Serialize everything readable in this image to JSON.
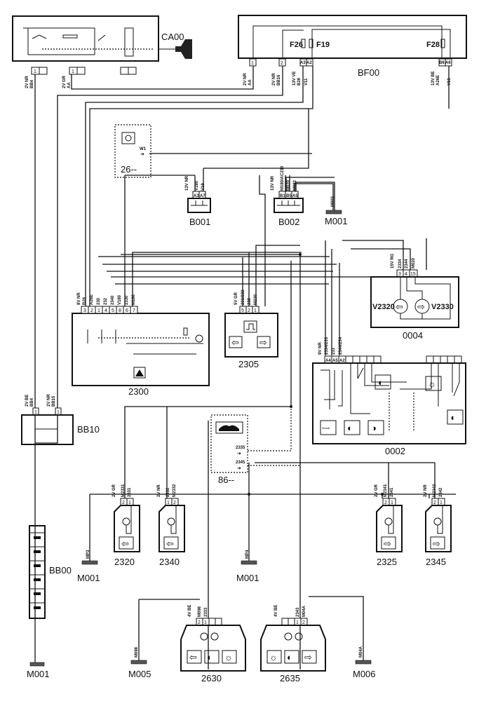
{
  "diagram": {
    "title": "Direction indicators / hazard warning wiring diagram",
    "components": {
      "ignition_switch": {
        "id": "CA00",
        "pins": [
          "1",
          "1"
        ],
        "wire_labels": [
          "2V NR",
          "BB4",
          "2V GR",
          "AA"
        ]
      },
      "fuse_box": {
        "id": "BF00",
        "fuses": [
          "F26",
          "F19",
          "F28"
        ],
        "pins": [
          "1",
          "2",
          "A3",
          "A2",
          "B6",
          "A6"
        ],
        "wire_labels": [
          "2V NR",
          "AA",
          "2V NR",
          "BB16",
          "13V VE",
          "B26",
          "V11",
          "13V BE",
          "A26E",
          "V19"
        ]
      },
      "switch_26": {
        "id": "26--",
        "wire": "W1"
      },
      "b001": {
        "id": "B001",
        "pins": [
          "A3",
          "A7"
        ],
        "wire_labels": [
          "13V NR",
          "V180",
          "V19"
        ]
      },
      "b002": {
        "id": "B002",
        "pins": [
          "B1",
          "B5",
          "A5"
        ],
        "wire_labels": [
          "13V NR",
          "M180/AC230",
          "M020",
          "M002"
        ]
      },
      "ground_top": {
        "id": "M001",
        "wire": "M002"
      },
      "hazard_switch": {
        "id": "2300",
        "pins": [
          "3",
          "2",
          "1",
          "4",
          "5",
          "8",
          "6",
          "7"
        ],
        "wire_labels": [
          "8V NR",
          "B26",
          "A26E",
          "230",
          "232",
          "2340",
          "V180",
          "2330",
          "M180"
        ]
      },
      "flasher": {
        "id": "2305",
        "pins": [
          "5",
          "2",
          "1"
        ],
        "wire_labels": [
          "5V GR",
          "231/232",
          "230",
          "M230"
        ]
      },
      "cluster": {
        "id": "0004",
        "pins": [
          "3",
          "4",
          "15"
        ],
        "wire_labels": [
          "15V RG",
          "2334",
          "2344",
          "M020"
        ],
        "lamps": [
          "V2320",
          "V2330"
        ]
      },
      "stalk": {
        "id": "0002",
        "pins": [
          "A4",
          "A5",
          "A2"
        ],
        "wire_labels": [
          "9V NR",
          "2334/233",
          "231",
          "2344/234"
        ]
      },
      "bb10": {
        "id": "BB10",
        "pins": [
          "1",
          "1"
        ],
        "wire_labels": [
          "2V BE",
          "BB4",
          "2V NR",
          "BB15"
        ]
      },
      "bb00": {
        "id": "BB00"
      },
      "module_86": {
        "id": "86--",
        "wires": [
          "2335",
          "2345"
        ]
      },
      "lamp_2320": {
        "id": "2320",
        "pins": [
          "2",
          "1"
        ],
        "wire_labels": [
          "2V GR",
          "M2331",
          "2331"
        ]
      },
      "lamp_2340": {
        "id": "2340",
        "pins": [
          "1",
          "2"
        ],
        "wire_labels": [
          "2V NR",
          "2332",
          "M2332"
        ]
      },
      "lamp_2325": {
        "id": "2325",
        "pins": [
          "2",
          "1"
        ],
        "wire_labels": [
          "2V GR",
          "M2341",
          "2341"
        ]
      },
      "lamp_2345": {
        "id": "2345",
        "pins": [
          "2",
          "1"
        ],
        "wire_labels": [
          "2V NR",
          "M2342",
          "2342"
        ]
      },
      "lamp_2630": {
        "id": "2630",
        "pins": [
          "2",
          "1"
        ],
        "wire_labels": [
          "4V BE",
          "M098",
          "2333"
        ]
      },
      "lamp_2635": {
        "id": "2635",
        "pins": [
          "1",
          "2"
        ],
        "wire_labels": [
          "4V BE",
          "2343",
          "M04A"
        ]
      },
      "grounds": {
        "mp3": "MP3",
        "mp4": "MP4",
        "m001_a": "M001",
        "m001_b": "M001",
        "m001_c": "M001",
        "m005": "M005",
        "m006": "M006",
        "m098": "M098",
        "m04a": "M04A"
      }
    }
  }
}
